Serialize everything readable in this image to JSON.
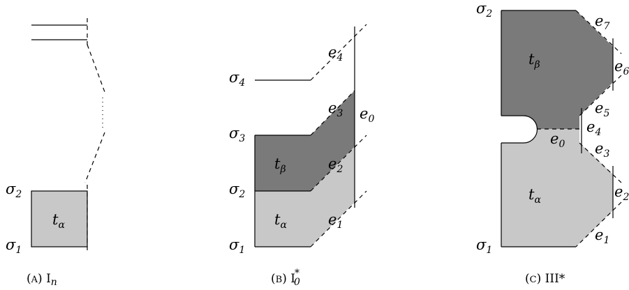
{
  "colors": {
    "light": "#c8c8c8",
    "dark": "#7a7a7a"
  },
  "panel_a": {
    "sigma2": {
      "base": "σ",
      "sub": "2"
    },
    "sigma1": {
      "base": "σ",
      "sub": "1"
    },
    "t_alpha": {
      "base": "t",
      "sub": "α"
    },
    "caption": {
      "letter": "A",
      "name": "I",
      "sub": "n"
    }
  },
  "panel_b": {
    "sigma4": {
      "base": "σ",
      "sub": "4"
    },
    "sigma3": {
      "base": "σ",
      "sub": "3"
    },
    "sigma2": {
      "base": "σ",
      "sub": "2"
    },
    "sigma1": {
      "base": "σ",
      "sub": "1"
    },
    "t_beta": {
      "base": "t",
      "sub": "β"
    },
    "t_alpha": {
      "base": "t",
      "sub": "α"
    },
    "e4": {
      "base": "e",
      "sub": "4"
    },
    "e3": {
      "base": "e",
      "sub": "3"
    },
    "e2": {
      "base": "e",
      "sub": "2"
    },
    "e1": {
      "base": "e",
      "sub": "1"
    },
    "e0": {
      "base": "e",
      "sub": "0"
    },
    "caption": {
      "letter": "B",
      "name": "I",
      "sub": "0",
      "sup": "*"
    }
  },
  "panel_c": {
    "sigma2": {
      "base": "σ",
      "sub": "2"
    },
    "sigma1": {
      "base": "σ",
      "sub": "1"
    },
    "t_beta": {
      "base": "t",
      "sub": "β"
    },
    "t_alpha": {
      "base": "t",
      "sub": "α"
    },
    "e7": {
      "base": "e",
      "sub": "7"
    },
    "e6": {
      "base": "e",
      "sub": "6"
    },
    "e5": {
      "base": "e",
      "sub": "5"
    },
    "e4": {
      "base": "e",
      "sub": "4"
    },
    "e0": {
      "base": "e",
      "sub": "0"
    },
    "e3": {
      "base": "e",
      "sub": "3"
    },
    "e2": {
      "base": "e",
      "sub": "2"
    },
    "e1": {
      "base": "e",
      "sub": "1"
    },
    "caption": {
      "letter": "C",
      "name": "III*"
    }
  }
}
